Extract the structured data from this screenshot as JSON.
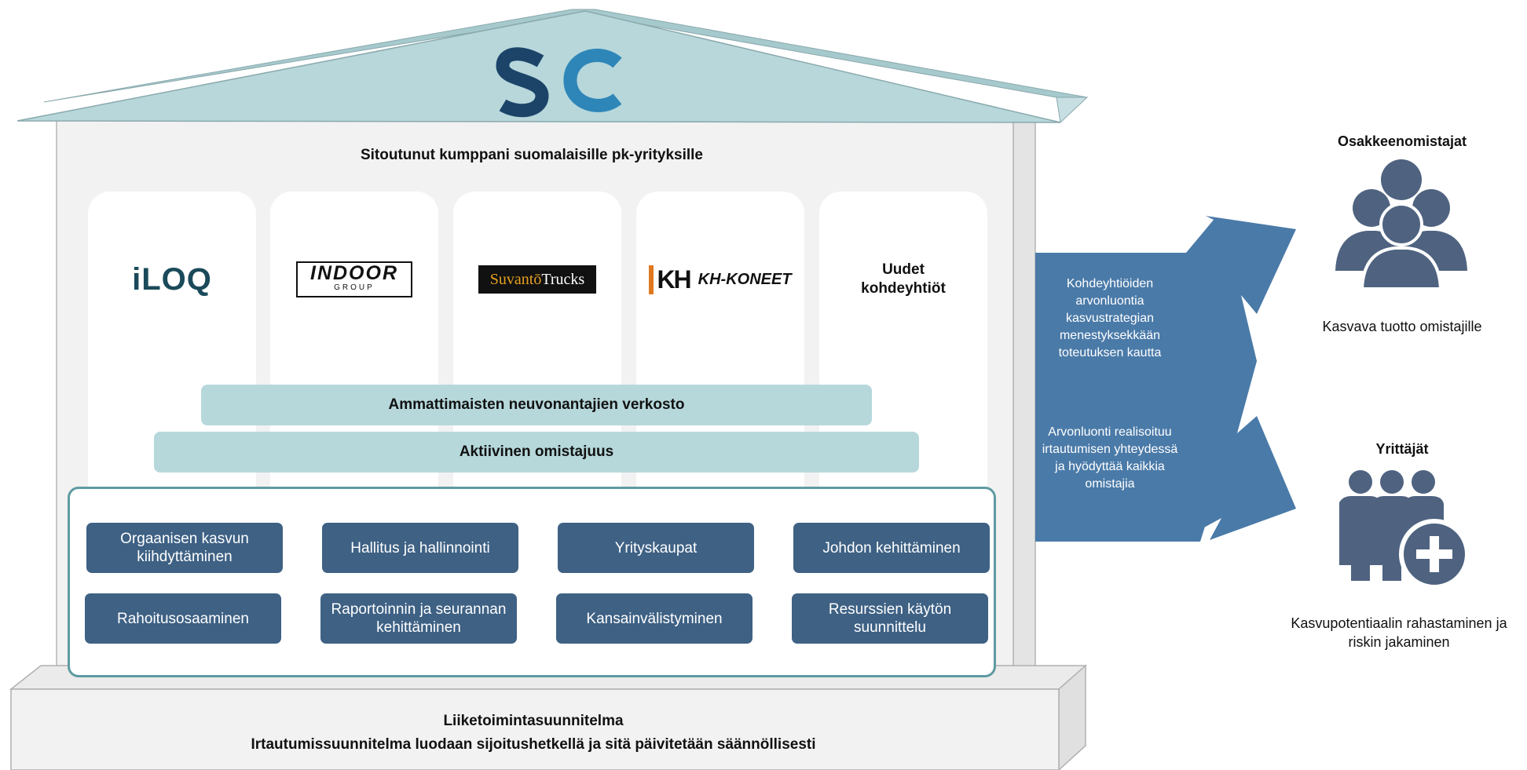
{
  "house": {
    "subtitle": "Sitoutunut kumppani suomalaisille pk-yrityksille",
    "logo_brand": "SC",
    "companies": [
      {
        "name": "iLOQ"
      },
      {
        "name": "INDOOR",
        "sub": "GROUP"
      },
      {
        "name_a": "Suvantō",
        "name_b": "Trucks"
      },
      {
        "mark": "KH",
        "name": "KH-KONEET"
      },
      {
        "line1": "Uudet",
        "line2": "kohdeyhtiöt"
      }
    ],
    "bands": {
      "network": "Ammattimaisten neuvonantajien verkosto",
      "ownership": "Aktiivinen omistajuus"
    },
    "services": [
      "Orgaanisen kasvun kiihdyttäminen",
      "Hallitus ja hallinnointi",
      "Yrityskaupat",
      "Johdon kehittäminen",
      "Rahoitusosaaminen",
      "Raportoinnin ja seurannan kehittäminen",
      "Kansainvälistyminen",
      "Resurssien käytön suunnittelu"
    ],
    "base": {
      "line1": "Liiketoimintasuunnitelma",
      "line2": "Irtautumissuunnitelma luodaan sijoitushetkellä ja sitä päivitetään säännöllisesti"
    }
  },
  "arrow": {
    "text_top": "Kohdeyhtiöiden arvonluontia kasvustrategian menestyksekkään toteutuksen kautta",
    "text_bottom": "Arvonluonti realisoituu irtautumisen yhteydessä ja hyödyttää kaikkia omistajia"
  },
  "shareholders": {
    "title": "Osakkeenomistajat",
    "text": "Kasvava tuotto omistajille",
    "icon": "people-group-icon"
  },
  "entrepreneurs": {
    "title": "Yrittäjät",
    "text": "Kasvupotentiaalin rahastaminen ja riskin jakaminen",
    "icon": "people-plus-icon"
  },
  "colors": {
    "roof": "#b7d7db",
    "house": "#f2f2f2",
    "band": "#b6d8db",
    "service": "#3e6184",
    "arrow": "#4a7aa8",
    "icon": "#4f6380",
    "logo_dark": "#1c4469",
    "logo_light": "#2e86b8"
  }
}
